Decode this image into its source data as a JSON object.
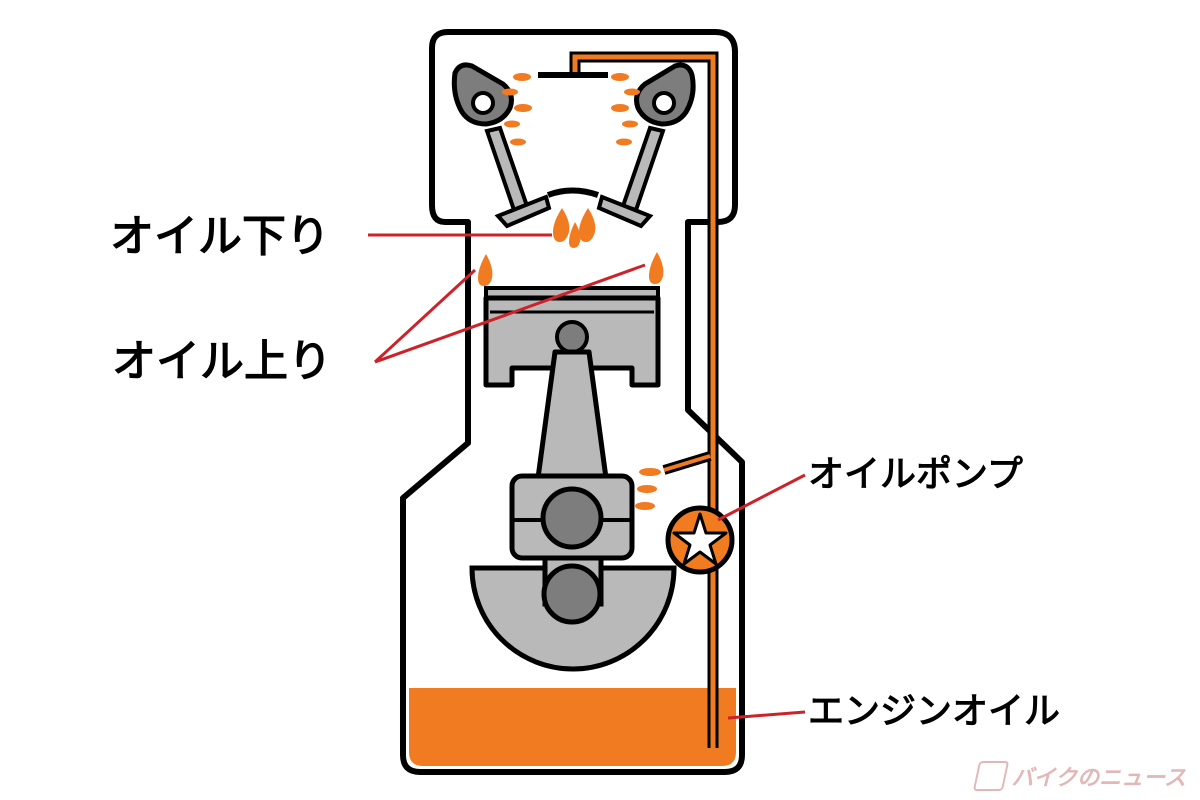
{
  "labels": {
    "oil_down": "オイル下り",
    "oil_up": "オイル上り",
    "oil_pump": "オイルポンプ",
    "engine_oil": "エンジンオイル"
  },
  "logo": {
    "text": "バイクのニュース"
  },
  "colors": {
    "oil": "#f07b21",
    "metal": "#b9b9b9",
    "metal_dark": "#7d7d7d",
    "outline": "#000000",
    "leader_line": "#cc2229",
    "background": "#ffffff"
  },
  "icons": {
    "pump": "star-rotor-icon"
  }
}
